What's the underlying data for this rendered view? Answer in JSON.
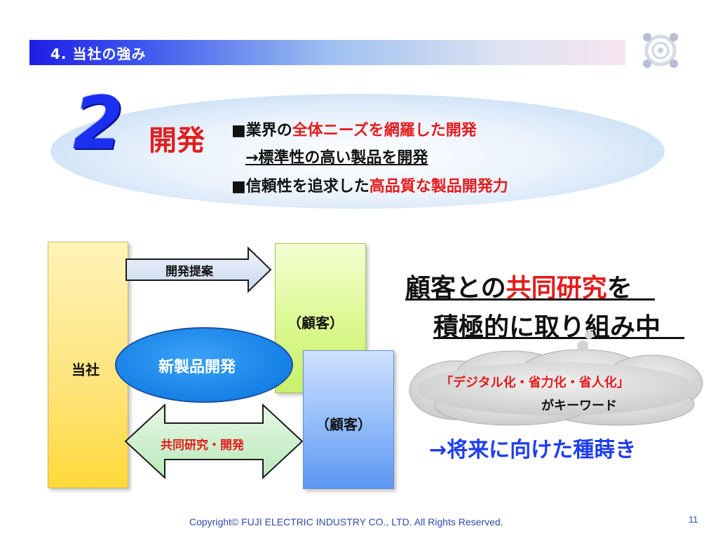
{
  "header": {
    "title": "4. 当社の強み"
  },
  "top_section": {
    "number": "2",
    "heading": "開発",
    "bullet1_prefix": "■業界の",
    "bullet1_highlight": "全体ニーズを網羅した開発",
    "bullet1_sub": "→標準性の高い製品を開発",
    "bullet2_prefix": "■信頼性を追求した",
    "bullet2_highlight": "高品質な製品開発力"
  },
  "diagram": {
    "ours_label": "当社",
    "arrow_top_label": "開発提案",
    "customer1_label": "（顧客）",
    "customer2_label": "（顧客）",
    "new_product_label": "新製品開発",
    "arrow_bottom_label": "共同研究・開発"
  },
  "right_section": {
    "line1_a": "顧客との",
    "line1_highlight": "共同研究",
    "line1_b": "を",
    "line2": "積極的に取り組み中",
    "keyword_line1": "「デジタル化・省力化・省人化」",
    "keyword_line2": "がキーワード",
    "future": "→将来に向けた種蒔き"
  },
  "footer": {
    "copyright": "Copyright© FUJI ELECTRIC INDUSTRY CO., LTD. All Rights Reserved.",
    "page": "11"
  },
  "colors": {
    "header_blue": "#1e1ee6",
    "accent_red": "#e31c1c",
    "number_blue": "#1a2ff0",
    "future_blue": "#1d3df0"
  }
}
